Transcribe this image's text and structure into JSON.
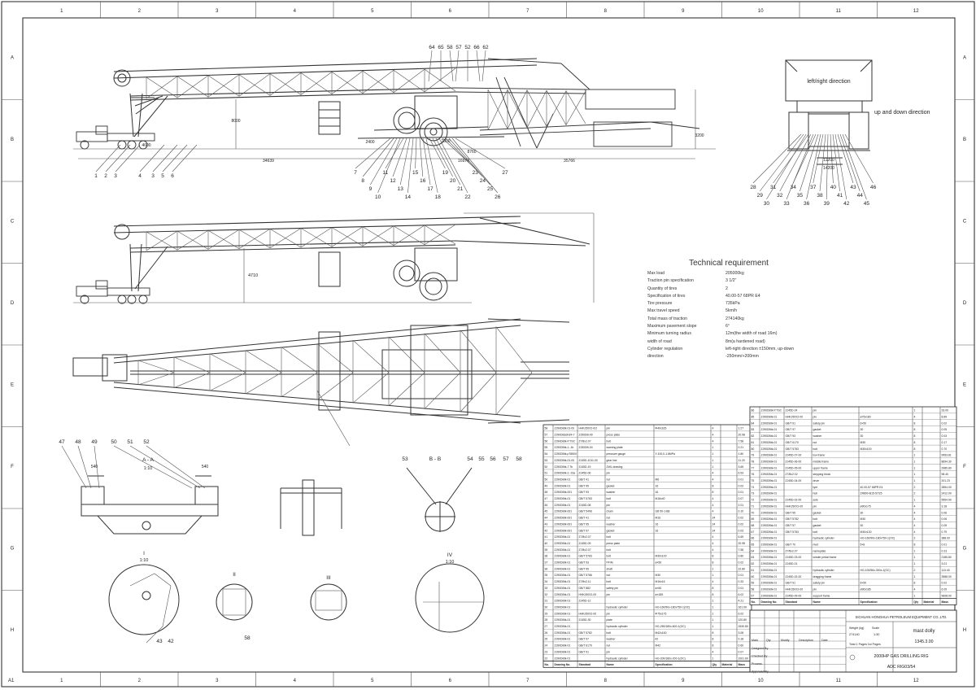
{
  "border": {
    "top_columns": [
      "1",
      "2",
      "3",
      "4",
      "5",
      "6",
      "7",
      "8",
      "9",
      "10",
      "11",
      "12"
    ],
    "bottom_columns": [
      "1",
      "2",
      "3",
      "4",
      "5",
      "6",
      "7",
      "8",
      "9",
      "10",
      "11",
      "12"
    ],
    "left_rows": [
      "A",
      "B",
      "C",
      "D",
      "E",
      "F",
      "G",
      "H"
    ],
    "right_rows": [
      "A",
      "B",
      "C",
      "D",
      "E",
      "F",
      "G",
      "H"
    ],
    "corner_label": "A1"
  },
  "views": {
    "side_view_callouts_top": [
      "64",
      "65",
      "58",
      "57",
      "52",
      "66",
      "62"
    ],
    "side_view_callouts_bottom": [
      "1",
      "2",
      "3",
      "4",
      "3",
      "5",
      "6",
      "7",
      "8",
      "9",
      "10",
      "11",
      "12",
      "13",
      "14",
      "15",
      "16",
      "17",
      "18",
      "19",
      "20",
      "21",
      "22",
      "23",
      "24",
      "25",
      "26",
      "27"
    ],
    "side_view_dims": [
      "34639",
      "35766",
      "8000",
      "4600",
      "2400",
      "3200",
      "1000",
      "8760",
      "16974"
    ],
    "elevation_dim": "4710",
    "end_view_labels": {
      "top": "left/right direction",
      "right": "up and down direction",
      "dims": [
        "11200",
        "14200"
      ]
    },
    "end_view_callouts": [
      "28",
      "29",
      "30",
      "31",
      "32",
      "33",
      "34",
      "35",
      "36",
      "37",
      "38",
      "39",
      "40",
      "41",
      "42",
      "43",
      "44",
      "45",
      "46"
    ],
    "section_aa": {
      "label": "A - A",
      "scale": "1:10",
      "callouts": [
        "47",
        "48",
        "49",
        "50",
        "51",
        "52"
      ],
      "dims": [
        "540",
        "540"
      ]
    },
    "section_bb": {
      "label": "B - B",
      "callouts": [
        "53",
        "54",
        "55",
        "56",
        "57",
        "58"
      ]
    },
    "detail_i": {
      "label": "I",
      "scale": "1:10",
      "callouts": [
        "43",
        "42"
      ]
    },
    "detail_ii": {
      "label": "II",
      "callouts": [
        "58"
      ]
    },
    "detail_iii": {
      "label": "III"
    },
    "detail_iv": {
      "label": "IV",
      "scale": "1:10"
    }
  },
  "tech_requirement": {
    "title": "Technical requirement",
    "lines": [
      {
        "k": "Max load",
        "v": "205000kg"
      },
      {
        "k": "Traction pin specification",
        "v": "3 1/2\""
      },
      {
        "k": "Quantity of tires",
        "v": "2"
      },
      {
        "k": "Specification of tires",
        "v": "40.00-57 68PR E4"
      },
      {
        "k": "Tire pressure",
        "v": "735kPa"
      },
      {
        "k": "Max travel speed",
        "v": "5km/h"
      },
      {
        "k": "Total mass of traction",
        "v": "274140kg"
      },
      {
        "k": "Maximum pavement slope",
        "v": "6°"
      },
      {
        "k": "Minimum turning radius",
        "v": "12m(the width of road 16m)"
      },
      {
        "k": "width of road",
        "v": "8m(a hardened road)"
      },
      {
        "k": "Cylinder regulation",
        "v": "left-right direction ±150mm, up-down"
      },
      {
        "k": "direction",
        "v": "-250mm/+200mm"
      }
    ]
  },
  "bom_left": [
    [
      "58",
      "ZJ90DBtk-01-00",
      "HHKJ50X2-0/2",
      "pin",
      "Φ40x165",
      "4",
      "",
      "1.27"
    ],
    [
      "57",
      "ZJ90DBsdH24-7",
      "ZJ50DB-09",
      "press plate",
      "",
      "4",
      "",
      "20.98"
    ],
    [
      "56",
      "ZJ90DBtk-P.TSC",
      "Z7/8x2.07",
      "bolt",
      "",
      "4",
      "",
      "7.58"
    ],
    [
      "55",
      "ZJ90DBtk-1.-1b",
      "ZJ50DB-04",
      "warning plate",
      "",
      "1",
      "",
      "0.21"
    ],
    [
      "54",
      "ZJ90DBtk-p78500",
      "",
      "pressure gauge",
      "Y-100,0-1.6MPa",
      "1",
      "",
      "1.80"
    ],
    [
      "53",
      "ZJ90DBtk-01-00",
      "ZJ45D-1011-00",
      "gear line",
      "",
      "1",
      "",
      "11.20"
    ],
    [
      "52",
      "ZJ90DBtk-7.7b",
      "ZJ45D-19",
      "ZWL drawing",
      "",
      "1",
      "",
      "3.65"
    ],
    [
      "51",
      "ZJ90DBtk-2.-23a",
      "ZJ45D-06",
      "pin",
      "",
      "4",
      "",
      "6.53"
    ],
    [
      "50",
      "ZJ90DBtk-01",
      "GB/T 41",
      "nut",
      "M6",
      "4",
      "",
      "0.01"
    ],
    [
      "49",
      "ZJ90DBtk-01",
      "GB/T 95",
      "gasket",
      "16",
      "8",
      "",
      "0.02"
    ],
    [
      "48",
      "ZJ90DBtk-001",
      "GB/T 93",
      "washer",
      "16",
      "8",
      "",
      "0.01"
    ],
    [
      "47",
      "ZJ90DBtk-01",
      "GB/T 5783",
      "bolt",
      "M16x40",
      "4",
      "",
      "0.07"
    ],
    [
      "46",
      "ZJ90DBtk-01",
      "ZJ45D-08",
      "pin",
      "",
      "4",
      "",
      "2.01"
    ],
    [
      "45",
      "ZJ90DBtk-001",
      "GB/T 5496",
      "chain",
      "GB 50-1-B8",
      "4",
      "",
      "0.10"
    ],
    [
      "44",
      "ZJ90DBtk-001",
      "GB/T 41",
      "nut",
      "M16",
      "24",
      "",
      "0.02"
    ],
    [
      "43",
      "ZJ90DBtk-001",
      "GB/T 95",
      "washer",
      "16",
      "24",
      "",
      "0.02"
    ],
    [
      "42",
      "ZJ90DBtk-001",
      "GB/T 97",
      "gasket",
      "16",
      "24",
      "",
      "0.03"
    ],
    [
      "41",
      "ZJ90DBtk-01",
      "Z7/8x2.07",
      "bolt",
      "",
      "4",
      "",
      "4.69"
    ],
    [
      "40",
      "ZJ90DBtk-01",
      "ZJ45D-09",
      "press plate",
      "",
      "4",
      "",
      "20.98"
    ],
    [
      "39",
      "ZJ90DBtk-01",
      "Z7/8x2.07",
      "bolt",
      "",
      "4",
      "",
      "7.58"
    ],
    [
      "38",
      "ZJ90DBtk-01",
      "GB/T 5783",
      "bolt",
      "M30x100",
      "8",
      "",
      "0.80"
    ],
    [
      "37",
      "ZJ90DBtk-01",
      "GB/T 93",
      "PF/M",
      "ø×50",
      "8",
      "",
      "0.02"
    ],
    [
      "36",
      "ZJ90DBtk-01",
      "GB/T 95",
      "shaft",
      "",
      "1",
      "",
      "22.80"
    ],
    [
      "35",
      "ZJ90DBtk-01",
      "GB/T 5786",
      "nut",
      "M30",
      "1",
      "",
      "0.01"
    ],
    [
      "34",
      "ZJ90DBtk-01",
      "Z7/8x2.11",
      "bolt",
      "M16x16",
      "4",
      "",
      "0.33"
    ],
    [
      "33",
      "ZJ90DBtk-01",
      "GB/T 882",
      "safety pin",
      "ø×50",
      "8",
      "",
      "0.01"
    ],
    [
      "32",
      "ZJ90DBtk-01",
      "HHKJ50X2-00",
      "pin",
      "ø×185",
      "8",
      "",
      "6.02"
    ],
    [
      "31",
      "ZJ90DBtk-01",
      "ZJ45D-12",
      "",
      "",
      "1",
      "",
      "4.21"
    ],
    [
      "30",
      "ZJ90DBtk-01",
      "",
      "hydraulic cylinder",
      "HG-160/90x-180x750-1(OC)",
      "1",
      "",
      "161.09"
    ],
    [
      "29",
      "ZJ90DBtk-01",
      "HHKJ50X2-00",
      "pin",
      "Φ75x175",
      "1",
      "",
      "6.02"
    ],
    [
      "28",
      "ZJ90DBtk-01",
      "ZJ45D-30",
      "plate",
      "",
      "1",
      "",
      "120.80"
    ],
    [
      "27",
      "ZJ90DBtk-01",
      "",
      "hydraulic cylinder",
      "HG-250/180x-600-1(OC)",
      "1",
      "",
      "1530.80"
    ],
    [
      "26",
      "ZJ90DBtk-01",
      "GB/T 5782",
      "bolt",
      "M42x160",
      "8",
      "",
      "3.08"
    ],
    [
      "25",
      "ZJ90DBtk-01",
      "GB/T 97",
      "washer",
      "42",
      "8",
      "",
      "0.18"
    ],
    [
      "24",
      "ZJ90DBtk-01",
      "GB/T 6170",
      "nut",
      "M42",
      "8",
      "",
      "0.60"
    ],
    [
      "23",
      "ZJ90DBtk-01",
      "GB/T 91",
      "pin",
      "",
      "4",
      "",
      "0.07"
    ],
    [
      "22",
      "ZJ90DBtk-01",
      "",
      "hydraulic cylinder",
      "HG-200/180x-200-1(OC)",
      "1",
      "",
      "1001.60"
    ]
  ],
  "bom_right": [
    [
      "86",
      "ZJ90DBtk-P.TSC",
      "ZJ45D-24",
      "pin",
      "",
      "1",
      "",
      "33.00"
    ],
    [
      "85",
      "ZJ90DBtk-01",
      "HHKJ50X2-00",
      "pin",
      "ø75x180",
      "4",
      "",
      "8.89"
    ],
    [
      "84",
      "ZJ90DBtk-01",
      "GB/T 91",
      "safety pin",
      "6×50",
      "8",
      "",
      "0.02"
    ],
    [
      "83",
      "ZJ90DBtk-01",
      "GB/T 97",
      "gasket",
      "30",
      "8",
      "",
      "0.05"
    ],
    [
      "82",
      "ZJ90DBtk-01",
      "GB/T 93",
      "washer",
      "30",
      "8",
      "",
      "0.03"
    ],
    [
      "81",
      "ZJ90DBtk-01",
      "GB/T 6170",
      "nut",
      "M30",
      "8",
      "",
      "0.17"
    ],
    [
      "80",
      "ZJ90DBtk-01",
      "GB/T 5783",
      "bolt",
      "M30x100",
      "8",
      "",
      "0.70"
    ],
    [
      "79",
      "ZJ90DBtk-01",
      "ZJ45D-07-00",
      "low frame",
      "",
      "1",
      "",
      "9953.81"
    ],
    [
      "78",
      "ZJ90DBtk-01",
      "ZJ45D-06-00",
      "middle frame",
      "",
      "1",
      "",
      "8694.30"
    ],
    [
      "77",
      "ZJ90DBtk-01",
      "ZJ45D-05-00",
      "upper frame",
      "",
      "1",
      "",
      "2985.80"
    ],
    [
      "76",
      "ZJ90DBtk-01",
      "Z7/8x2.02",
      "stepping block",
      "",
      "1",
      "",
      "98.40"
    ],
    [
      "75",
      "ZJ90DBtk-01",
      "ZJ45D-04-00",
      "drum",
      "",
      "1",
      "",
      "201.23"
    ],
    [
      "74",
      "ZJ90DBtk-01",
      "",
      "tyre",
      "40.00-57 68PR E4",
      "2",
      "",
      "2854.00"
    ],
    [
      "73",
      "ZJ90DBtk-01",
      "",
      "hub",
      "ZR800-B15-57/25",
      "2",
      "",
      "2412.00"
    ],
    [
      "72",
      "ZJ90DBtk-01",
      "ZJ45D-02-00",
      "axle",
      "",
      "1",
      "",
      "5554.90"
    ],
    [
      "71",
      "ZJ90DBtk-01",
      "HHKJ50X2-00",
      "pin",
      "ø90x175",
      "4",
      "",
      "3.18"
    ],
    [
      "70",
      "ZJ90DBtk-01",
      "GB/T 95",
      "gasket",
      "30",
      "4",
      "",
      "0.06"
    ],
    [
      "69",
      "ZJ90DBtk-01",
      "GB/T 5782",
      "bolt",
      "M30",
      "4",
      "",
      "0.06"
    ],
    [
      "68",
      "ZJ90DBtk-01",
      "GB/T 97",
      "gasket",
      "30",
      "4",
      "",
      "0.05"
    ],
    [
      "67",
      "ZJ90DBtk-01",
      "GB/T 5783",
      "bolt",
      "M30x130",
      "4",
      "",
      "0.79"
    ],
    [
      "66",
      "ZJ90DBtk-01",
      "",
      "hydraulic cylinder",
      "HG-160/90x-180x750-1(OC)",
      "2",
      "",
      "388.00"
    ],
    [
      "65",
      "ZJ90DBtk-01",
      "GB/T 70",
      "rivet",
      "5×8",
      "8",
      "",
      "0.01"
    ],
    [
      "64",
      "ZJ90DBtk-01",
      "Z7/8x2.07",
      "nameplate",
      "",
      "1",
      "",
      "0.23"
    ],
    [
      "63",
      "ZJ90DBtk-01",
      "ZJ45D-03-00",
      "winder pedal frame",
      "",
      "1",
      "",
      "2185.80"
    ],
    [
      "62",
      "ZJ90DBtk-01",
      "ZJ45D-01",
      "",
      "",
      "1",
      "",
      "3.01"
    ],
    [
      "61",
      "ZJ90DBtk-01",
      "",
      "hydraulic cylinder",
      "HG-100/56x-300x-1(OC)",
      "2",
      "",
      "113.40"
    ],
    [
      "60",
      "ZJ90DBtk-01",
      "ZJ45D-02-00",
      "dragging frame",
      "",
      "1",
      "",
      "3988.00"
    ],
    [
      "59",
      "ZJ90DBtk-01",
      "GB/T 91",
      "safety pin",
      "6×50",
      "8",
      "",
      "0.02"
    ],
    [
      "58",
      "ZJ90DBtk-01",
      "HHKJ50X2-00",
      "pin",
      "ø90x185",
      "4",
      "",
      "6.09"
    ],
    [
      "57",
      "ZJ90DBtk-01",
      "ZJ45D-09-00",
      "support frame",
      "",
      "1",
      "",
      "9608.00"
    ]
  ],
  "bom_header": [
    "No.",
    "Drawing No.",
    "Standard",
    "Name",
    "Specification",
    "Qty",
    "Material",
    "Mass"
  ],
  "title_block": {
    "company": "SICHUAN HONGHUA PETROLEUM EQUIPMENT CO.,LTD.",
    "mass_label": "Weight (kg)",
    "scale_label": "Scale",
    "mass": "274140",
    "scale": "1:30",
    "sheet_label": "Total 1 Pages 1st Pages",
    "drawing_title": "mast dolly",
    "drawing_code": "1345.3.00",
    "project": "2000HP GAS DRILLING RIG",
    "doc_no": "ADC RIG03/54",
    "row_labels": [
      "Mark",
      "Qty",
      "Modify",
      "Date",
      "Designed By",
      "Checked By",
      "Process",
      "Approved By"
    ],
    "description_label": "Description"
  }
}
